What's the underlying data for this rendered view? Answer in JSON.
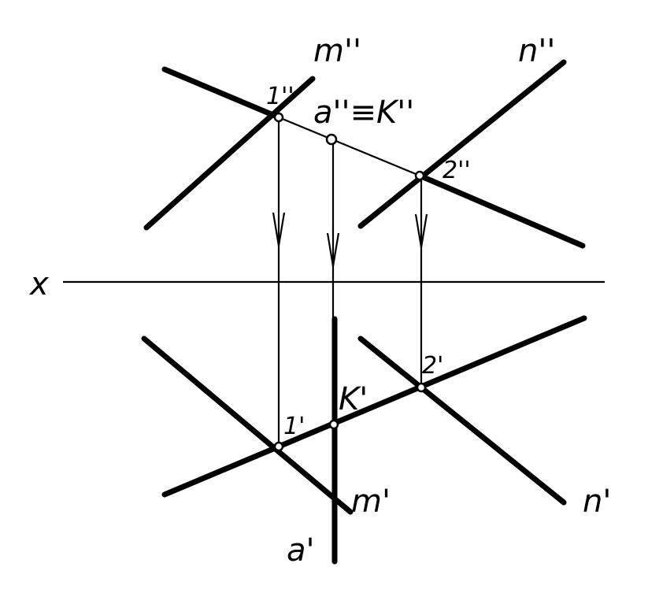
{
  "labels": {
    "axis_x": "x",
    "m_front": "m''",
    "n_front": "n''",
    "point_1_front": "1''",
    "point_2_front": "2''",
    "a_k_front": "a''≡K''",
    "point_1_top": "1'",
    "point_2_top": "2'",
    "k_top": "K'",
    "m_top": "m'",
    "n_top": "n'",
    "a_top": "a'"
  },
  "colors": {
    "ink": "#000000",
    "paper": "#ffffff"
  }
}
